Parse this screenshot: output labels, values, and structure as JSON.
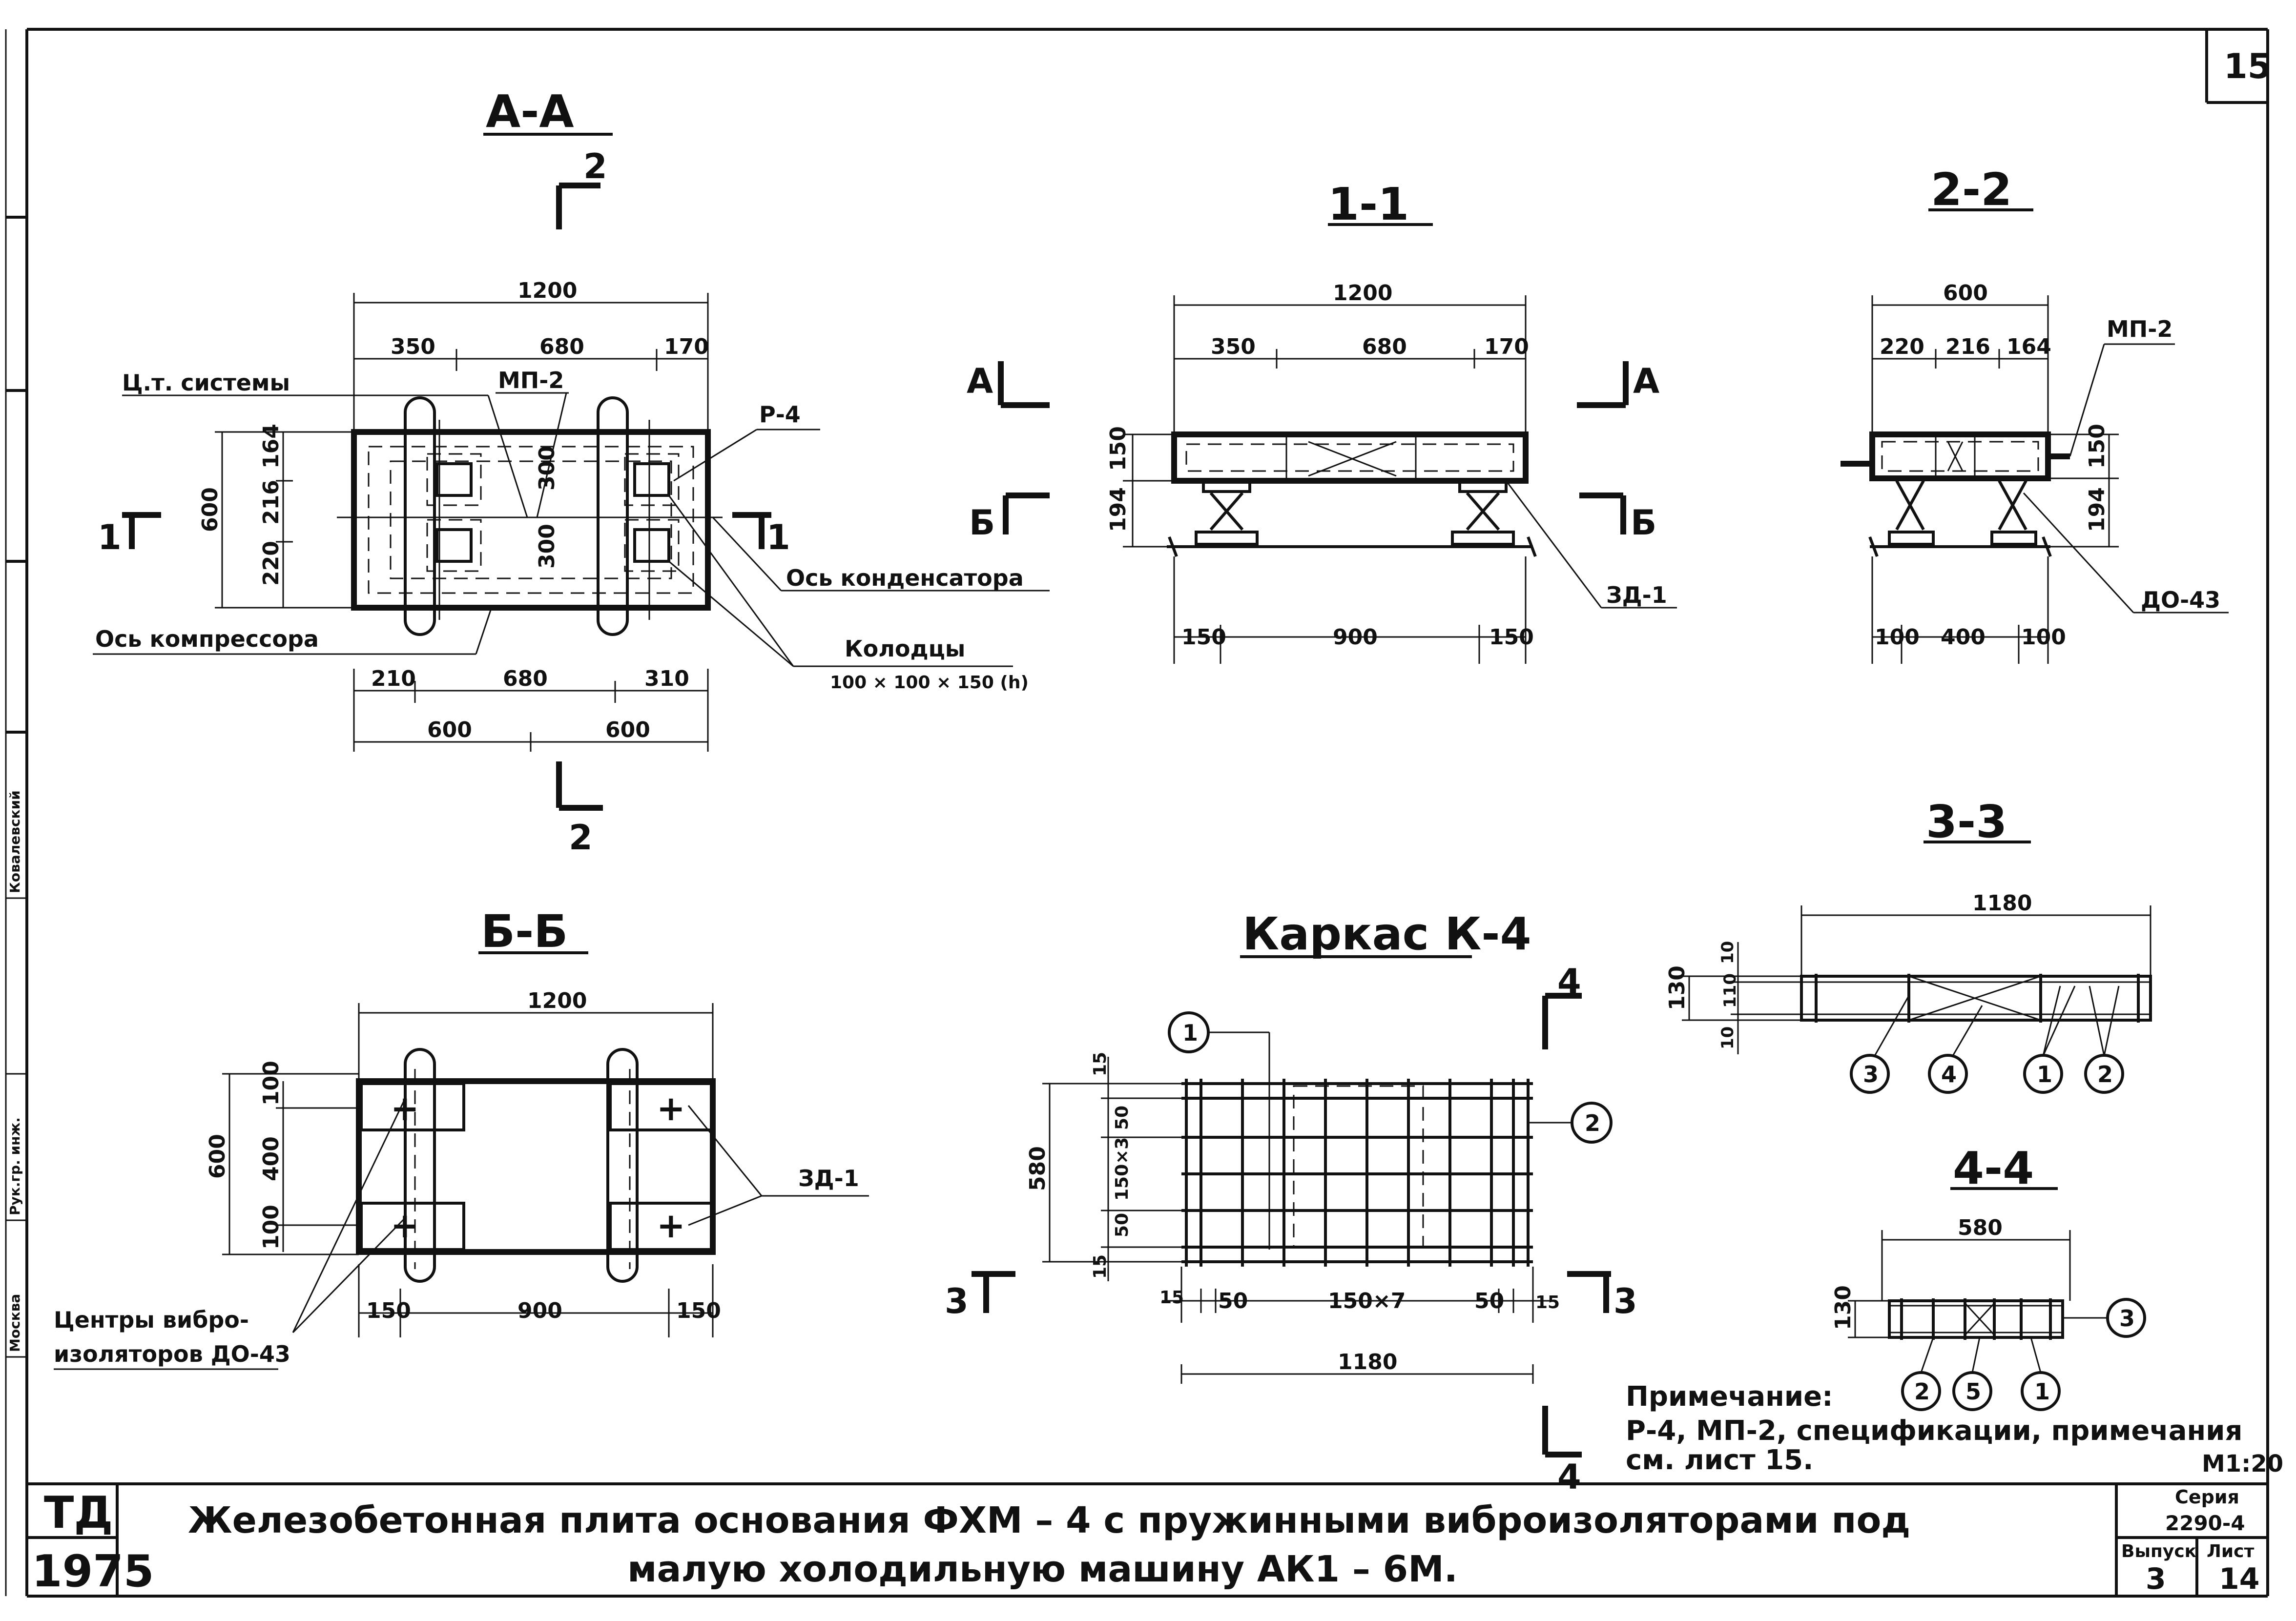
{
  "sheet_number": "15",
  "sections": {
    "aa": {
      "title": "А-А",
      "cut_top": "2",
      "cut_bottom": "2",
      "cut_left": "1",
      "cut_right": "1"
    },
    "s11": {
      "title": "1-1",
      "cut_a_left": "А",
      "cut_a_right": "А",
      "cut_b_left": "Б",
      "cut_b_right": "Б"
    },
    "s22": {
      "title": "2-2"
    },
    "bb": {
      "title": "Б-Б"
    },
    "k4": {
      "title": "Каркас К-4",
      "cut_4_top": "4",
      "cut_4_bottom": "4",
      "cut_3_left": "3",
      "cut_3_right": "3"
    },
    "s33": {
      "title": "3-3"
    },
    "s44": {
      "title": "4-4"
    }
  },
  "labels": {
    "cg_system": "Ц.т. системы",
    "mp2": "МП-2",
    "p4": "Р-4",
    "condenser_axis": "Ось конденсатора",
    "compressor_axis": "Ось компрессора",
    "wells": "Колодцы",
    "wells_size": "100 × 100 × 150 (h)",
    "zd1": "ЗД-1",
    "do43": "ДО-43",
    "vibro_centers_1": "Центры вибро-",
    "vibro_centers_2": "изоляторов ДО-43"
  },
  "dims": {
    "aa_top_total": "1200",
    "aa_top_1": "350",
    "aa_top_2": "680",
    "aa_top_3": "170",
    "aa_left_total": "600",
    "aa_left_1": "164",
    "aa_left_2": "216",
    "aa_left_3": "220",
    "aa_mid_1": "300",
    "aa_mid_2": "300",
    "aa_bot_1": "210",
    "aa_bot_2": "680",
    "aa_bot_3": "310",
    "aa_bot_4": "600",
    "aa_bot_5": "600",
    "s11_total": "1200",
    "s11_1": "350",
    "s11_2": "680",
    "s11_3": "170",
    "s11_h1": "150",
    "s11_h2": "194",
    "s11_b1": "150",
    "s11_b2": "900",
    "s11_b3": "150",
    "s22_total": "600",
    "s22_1": "220",
    "s22_2": "216",
    "s22_3": "164",
    "s22_h1": "150",
    "s22_h2": "194",
    "s22_b1": "100",
    "s22_b2": "400",
    "s22_b3": "100",
    "bb_total": "1200",
    "bb_h": "600",
    "bb_h1": "100",
    "bb_h2": "400",
    "bb_h3": "100",
    "bb_b1": "150",
    "bb_b2": "900",
    "bb_b3": "150",
    "k4_h": "580",
    "k4_h1": "15",
    "k4_h2": "50",
    "k4_h3": "150×3",
    "k4_h4": "50",
    "k4_h5": "15",
    "k4_b1": "15",
    "k4_b2": "50",
    "k4_b3": "150×7",
    "k4_b4": "50",
    "k4_b5": "15",
    "k4_total": "1180",
    "s33_total": "1180",
    "s33_h": "130",
    "s33_h1": "10",
    "s33_h2": "110",
    "s33_h3": "10",
    "s44_total": "580",
    "s44_h": "130"
  },
  "markers": {
    "m1": "1",
    "m2": "2",
    "m3": "3",
    "m4": "4",
    "m5": "5"
  },
  "note": {
    "title": "Примечание:",
    "line1": "Р-4, МП-2, спецификации, примечания",
    "line2": "см. лист 15."
  },
  "scale": "М1:20",
  "title_block": {
    "org": "ТД",
    "year": "1975",
    "title_line1": "Железобетонная   плита   основания   ФХМ – 4   с пружинными   виброизоляторами   под",
    "title_line2": "малую   холодильную   машину   АК1 – 6М.",
    "series_label": "Серия",
    "series_value": "2290-4",
    "issue_label": "Выпуск",
    "issue_value": "3",
    "sheet_label": "Лист",
    "sheet_value": "14"
  },
  "side_stamp": {
    "s1": "Ковалевский",
    "s2": "Рук.гр. инж.",
    "s3": "Москва"
  }
}
